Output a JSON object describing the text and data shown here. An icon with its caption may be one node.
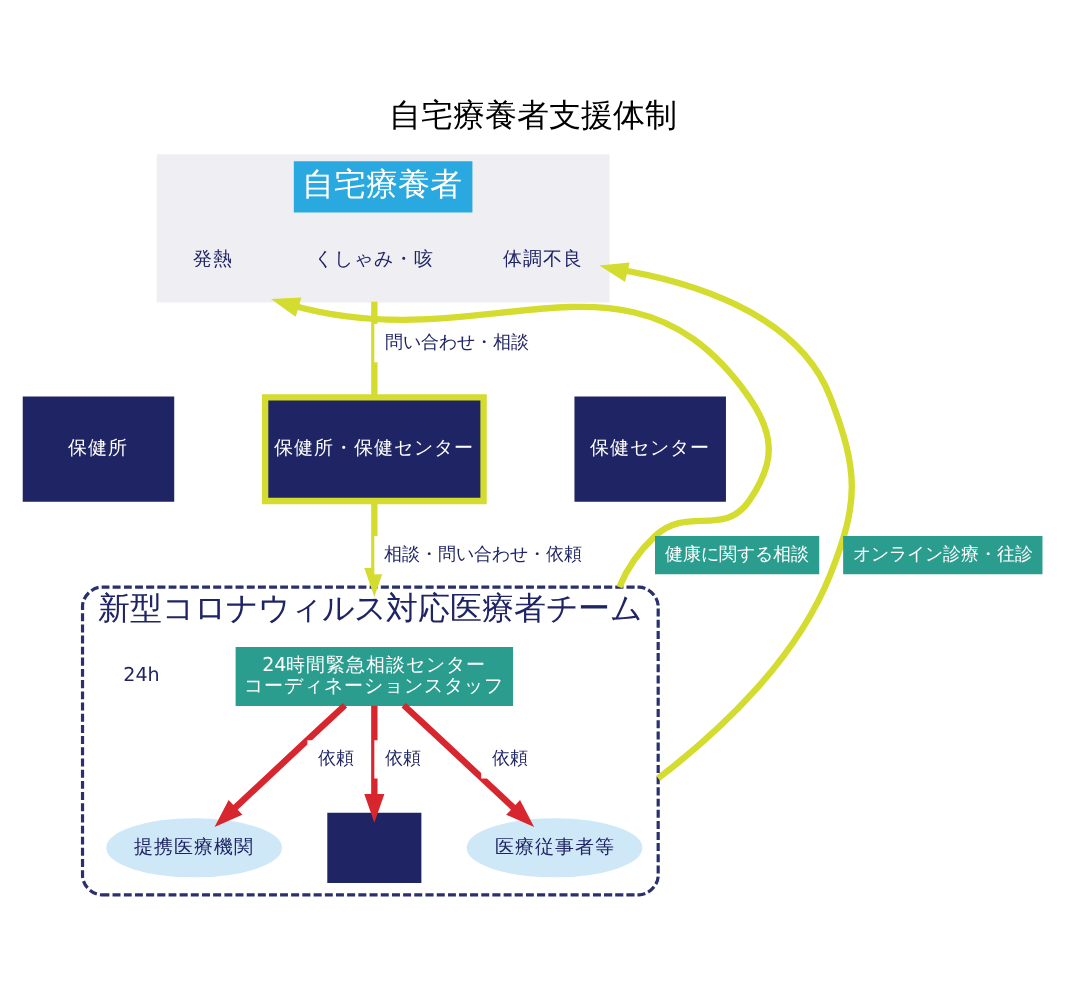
{
  "diagram": {
    "title": "自宅療養者支援体制",
    "nodes": [
      {
        "text": [
          "自宅療養者"
        ]
      },
      {
        "text": [
          "保健所"
        ]
      },
      {
        "text": [
          "保健所・保健センター"
        ]
      },
      {
        "text": [
          "保健センター"
        ]
      },
      {
        "text": [
          "新型コロナウィルス対応医療者チーム"
        ]
      },
      {
        "text": [
          "24時間緊急相談センター",
          "コーディネーションスタッフ"
        ],
        "in": 4
      },
      {
        "text": [
          "提携医療機関"
        ],
        "in": 4
      },
      {
        "text": [],
        "shape": "box",
        "in": 4
      },
      {
        "text": [
          "医療従事者等"
        ],
        "in": 4
      }
    ],
    "edges": [
      {
        "from": 0,
        "to": 2,
        "label": "問い合わせ・相談",
        "arrow": "none",
        "color": "#d4dc2f"
      },
      {
        "from": 2,
        "to": 4,
        "label": "相談・問い合わせ・依頼",
        "arrow": "to",
        "color": "#d4dc2f"
      },
      {
        "from": 4,
        "to": 0,
        "label": "健康に関する相談",
        "arrow": "to",
        "color": "#d4dc2f"
      },
      {
        "from": 4,
        "to": 0,
        "label": "オンライン診療・往診",
        "arrow": "to",
        "color": "#d4dc2f"
      },
      {
        "from": 5,
        "to": 6,
        "label": "依頼",
        "arrow": "to",
        "color": "#d7262e"
      },
      {
        "from": 5,
        "to": 7,
        "label": "依頼",
        "arrow": "to",
        "color": "#d7262e"
      },
      {
        "from": 5,
        "to": 8,
        "label": "依頼",
        "arrow": "to",
        "color": "#d7262e"
      }
    ],
    "labels": [
      "発熱",
      "くしゃみ・咳",
      "体調不良",
      "24h"
    ]
  }
}
